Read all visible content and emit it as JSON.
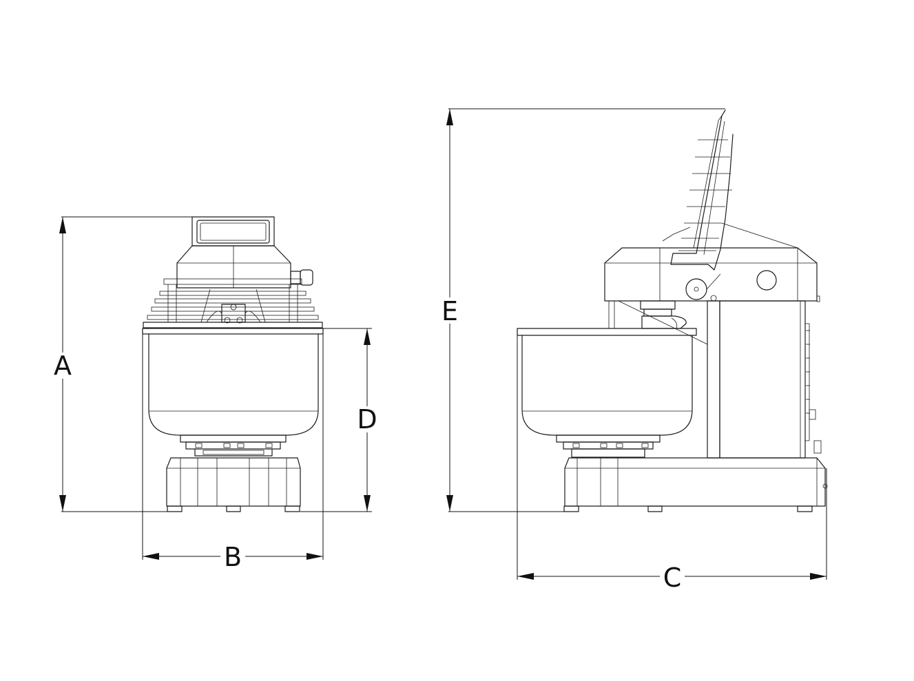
{
  "dimension_labels": {
    "a": "A",
    "b": "B",
    "c": "C",
    "d": "D",
    "e": "E"
  },
  "colors": {
    "line": "#1a1a1a",
    "background": "#ffffff"
  }
}
